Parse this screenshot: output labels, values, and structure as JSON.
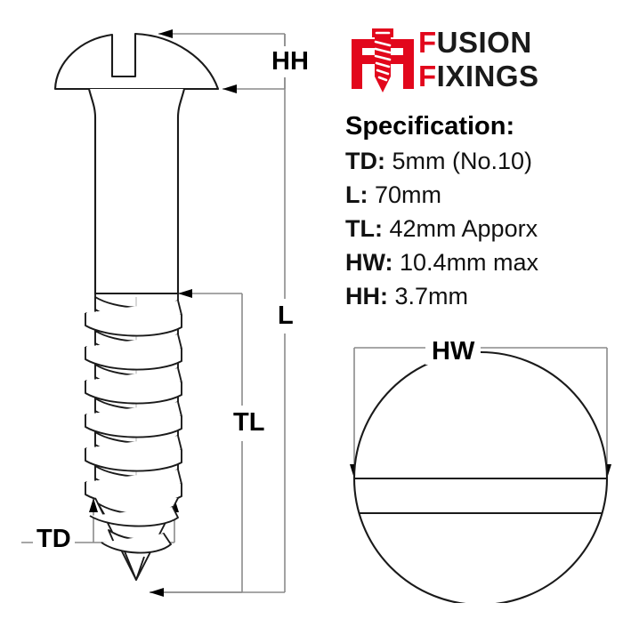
{
  "brand": {
    "mark_name": "fusion-fixings-screw-logo",
    "accent_color": "#e2071c",
    "text_color": "#1a1a1a",
    "line1_lead": "F",
    "line1_rest": "USION",
    "line2_lead": "F",
    "line2_rest": "IXINGS"
  },
  "spec": {
    "title": "Specification:",
    "rows": [
      {
        "key": "TD:",
        "value": "5mm (No.10)"
      },
      {
        "key": "L:",
        "value": "70mm"
      },
      {
        "key": "TL:",
        "value": "42mm Apporx"
      },
      {
        "key": "HW:",
        "value": "10.4mm max"
      },
      {
        "key": "HH:",
        "value": "3.7mm"
      }
    ]
  },
  "dimensions": {
    "head_height": "HH",
    "overall_length": "L",
    "thread_length": "TL",
    "thread_diameter": "TD",
    "head_width": "HW"
  },
  "drawing": {
    "side_view_name": "round-head-slotted-wood-screw-side-view",
    "top_view_name": "screw-head-top-view-with-slot",
    "line_color": "#1a1a1a",
    "dim_line_color": "#777777"
  }
}
